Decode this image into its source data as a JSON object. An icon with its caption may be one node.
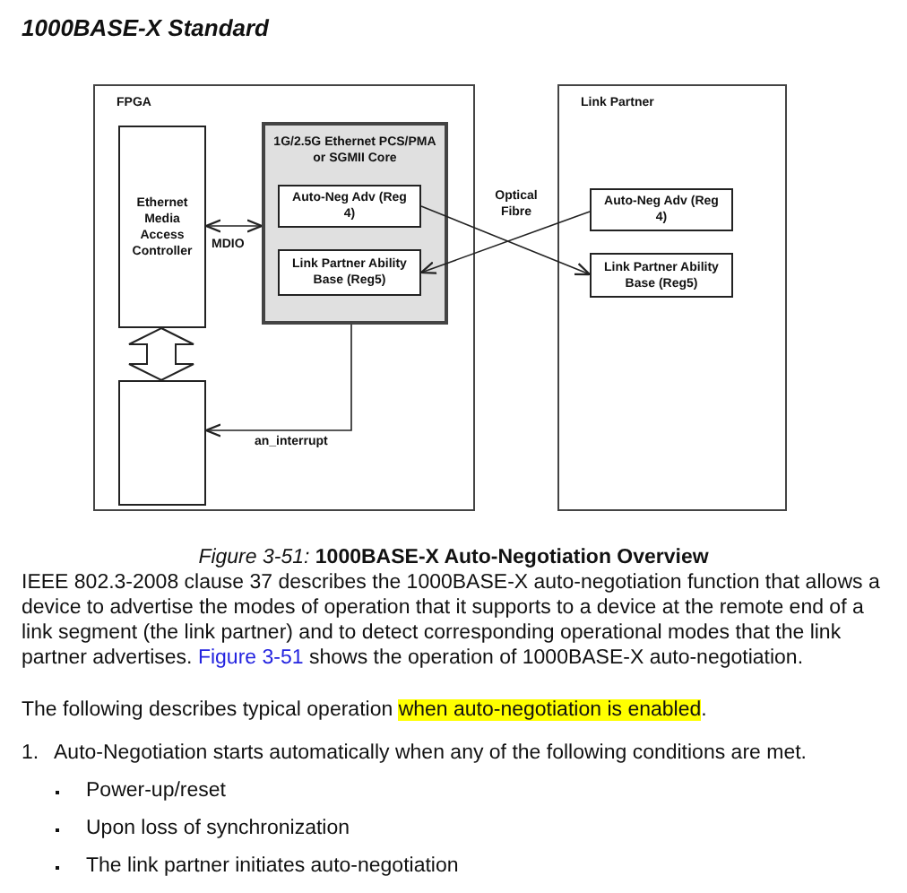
{
  "diagram": {
    "title": "1000BASE-X Standard",
    "caption": "*Figure 3-51:*   **1000BASE-X Auto-Negotiation Overview**",
    "nodes": [
      {
        "text": [
          "FPGA"
        ]
      },
      {
        "text": [
          "Ethernet Media Access Controller"
        ],
        "in": 0
      },
      {
        "text": [
          "1G/2.5G Ethernet PCS/PMA or SGMII Core"
        ],
        "in": 0
      },
      {
        "text": [
          "Auto-Neg Adv (Reg 4)"
        ],
        "in": 2
      },
      {
        "text": [
          "Link Partner Ability Base (Reg5)"
        ],
        "in": 2
      },
      {
        "text": [],
        "shape": "box",
        "in": 0
      },
      {
        "text": [
          "Link Partner"
        ]
      },
      {
        "text": [
          "Auto-Neg Adv (Reg 4)"
        ],
        "in": 6
      },
      {
        "text": [
          "Link Partner Ability Base (Reg5)"
        ],
        "in": 6
      }
    ],
    "edges": [
      {
        "from": 1,
        "to": 2,
        "arrow": "both",
        "label": "MDIO"
      },
      {
        "from": 1,
        "to": 5,
        "arrow": "both",
        "style": "thick"
      },
      {
        "from": 2,
        "to": 5,
        "arrow": "to",
        "label": "an_interrupt"
      },
      {
        "from": 3,
        "to": 8,
        "arrow": "to"
      },
      {
        "from": 7,
        "to": 4,
        "arrow": "to"
      }
    ],
    "labels": [
      "Optical Fibre",
      "IEEE 802.3-2008 clause 37 describes the 1000BASE-X auto-negotiation function that allows a device to advertise the modes of operation that it supports to a device at the remote end of a link segment (the link partner) and to detect corresponding operational modes that the link partner advertises.",
      "Figure 3-51",
      "shows the operation of 1000BASE-X auto-negotiation.",
      "The following describes typical operation",
      "when auto-negotiation is enabled",
      ".",
      "1.",
      "Auto-Negotiation starts automatically when any of the following conditions are met.",
      "Power-up/reset",
      "Upon loss of synchronization",
      "The link partner initiates auto-negotiation"
    ]
  }
}
